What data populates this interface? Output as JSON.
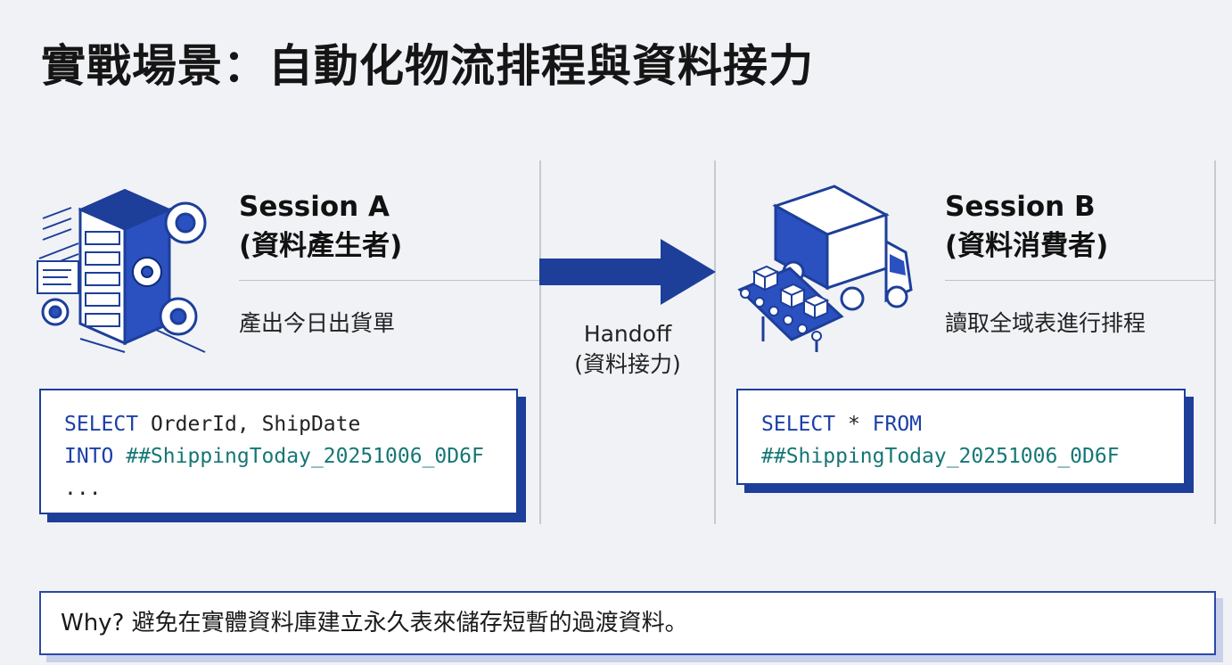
{
  "title": "實戰場景：自動化物流排程與資料接力",
  "session_a": {
    "name": "Session A",
    "role": "(資料產生者)",
    "description": "產出今日出貨單",
    "code": {
      "line1_kw": "SELECT",
      "line1_rest": " OrderId, ShipDate",
      "line2_kw": "INTO",
      "line2_table": " ##ShippingToday_20251006_0D6F",
      "line3": "..."
    }
  },
  "handoff": {
    "label": "Handoff",
    "sublabel": "(資料接力)"
  },
  "session_b": {
    "name": "Session B",
    "role": "(資料消費者)",
    "description": "讀取全域表進行排程",
    "code": {
      "line1_kw1": "SELECT",
      "line1_star": " * ",
      "line1_kw2": "FROM",
      "line2_table": "##ShippingToday_20251006_0D6F"
    }
  },
  "footer": {
    "why": "Why? 避免在實體資料庫建立永久表來儲存短暫的過渡資料。"
  },
  "colors": {
    "accent": "#1d3f9a",
    "keyword": "#1c3fa8",
    "table_name": "#167676",
    "background": "#f1f2f6"
  },
  "icons": {
    "session_a": "server-gears-icon",
    "session_b": "delivery-truck-conveyor-icon",
    "handoff": "arrow-right-icon"
  }
}
